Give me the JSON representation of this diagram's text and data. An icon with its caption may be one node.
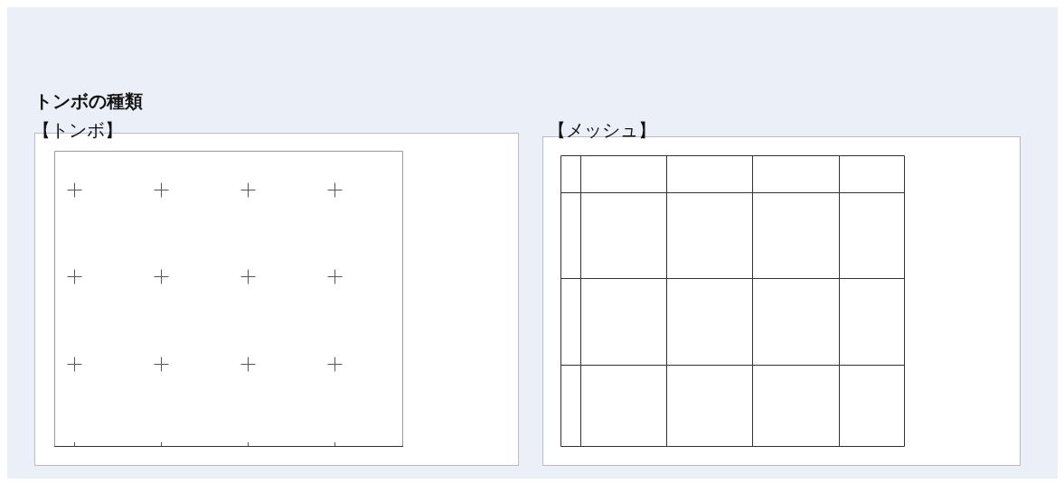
{
  "diagram": {
    "title": "トンボの種類",
    "labels": [
      "【トンボ】",
      "【メッシュ】"
    ]
  }
}
